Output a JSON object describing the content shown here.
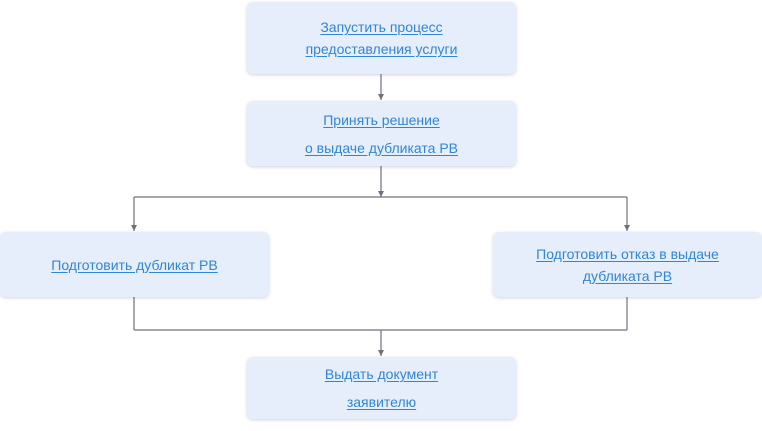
{
  "flowchart": {
    "colors": {
      "node_fill": "#e6eefb",
      "link_text": "#2f86d6",
      "connector": "#6f7080"
    },
    "steps": [
      {
        "id": "start-process",
        "lines": [
          "Запустить процесс",
          "предоставления услуги"
        ]
      },
      {
        "id": "make-decision",
        "lines": [
          "Принять решение",
          "о выдаче дубликата РВ"
        ]
      },
      {
        "id": "prepare-duplicate",
        "lines": [
          "Подготовить дубликат РВ"
        ]
      },
      {
        "id": "prepare-refusal",
        "lines": [
          "Подготовить отказ в выдаче",
          "дубликата РВ"
        ]
      },
      {
        "id": "issue-document",
        "lines": [
          "Выдать документ",
          "заявителю"
        ]
      }
    ]
  }
}
